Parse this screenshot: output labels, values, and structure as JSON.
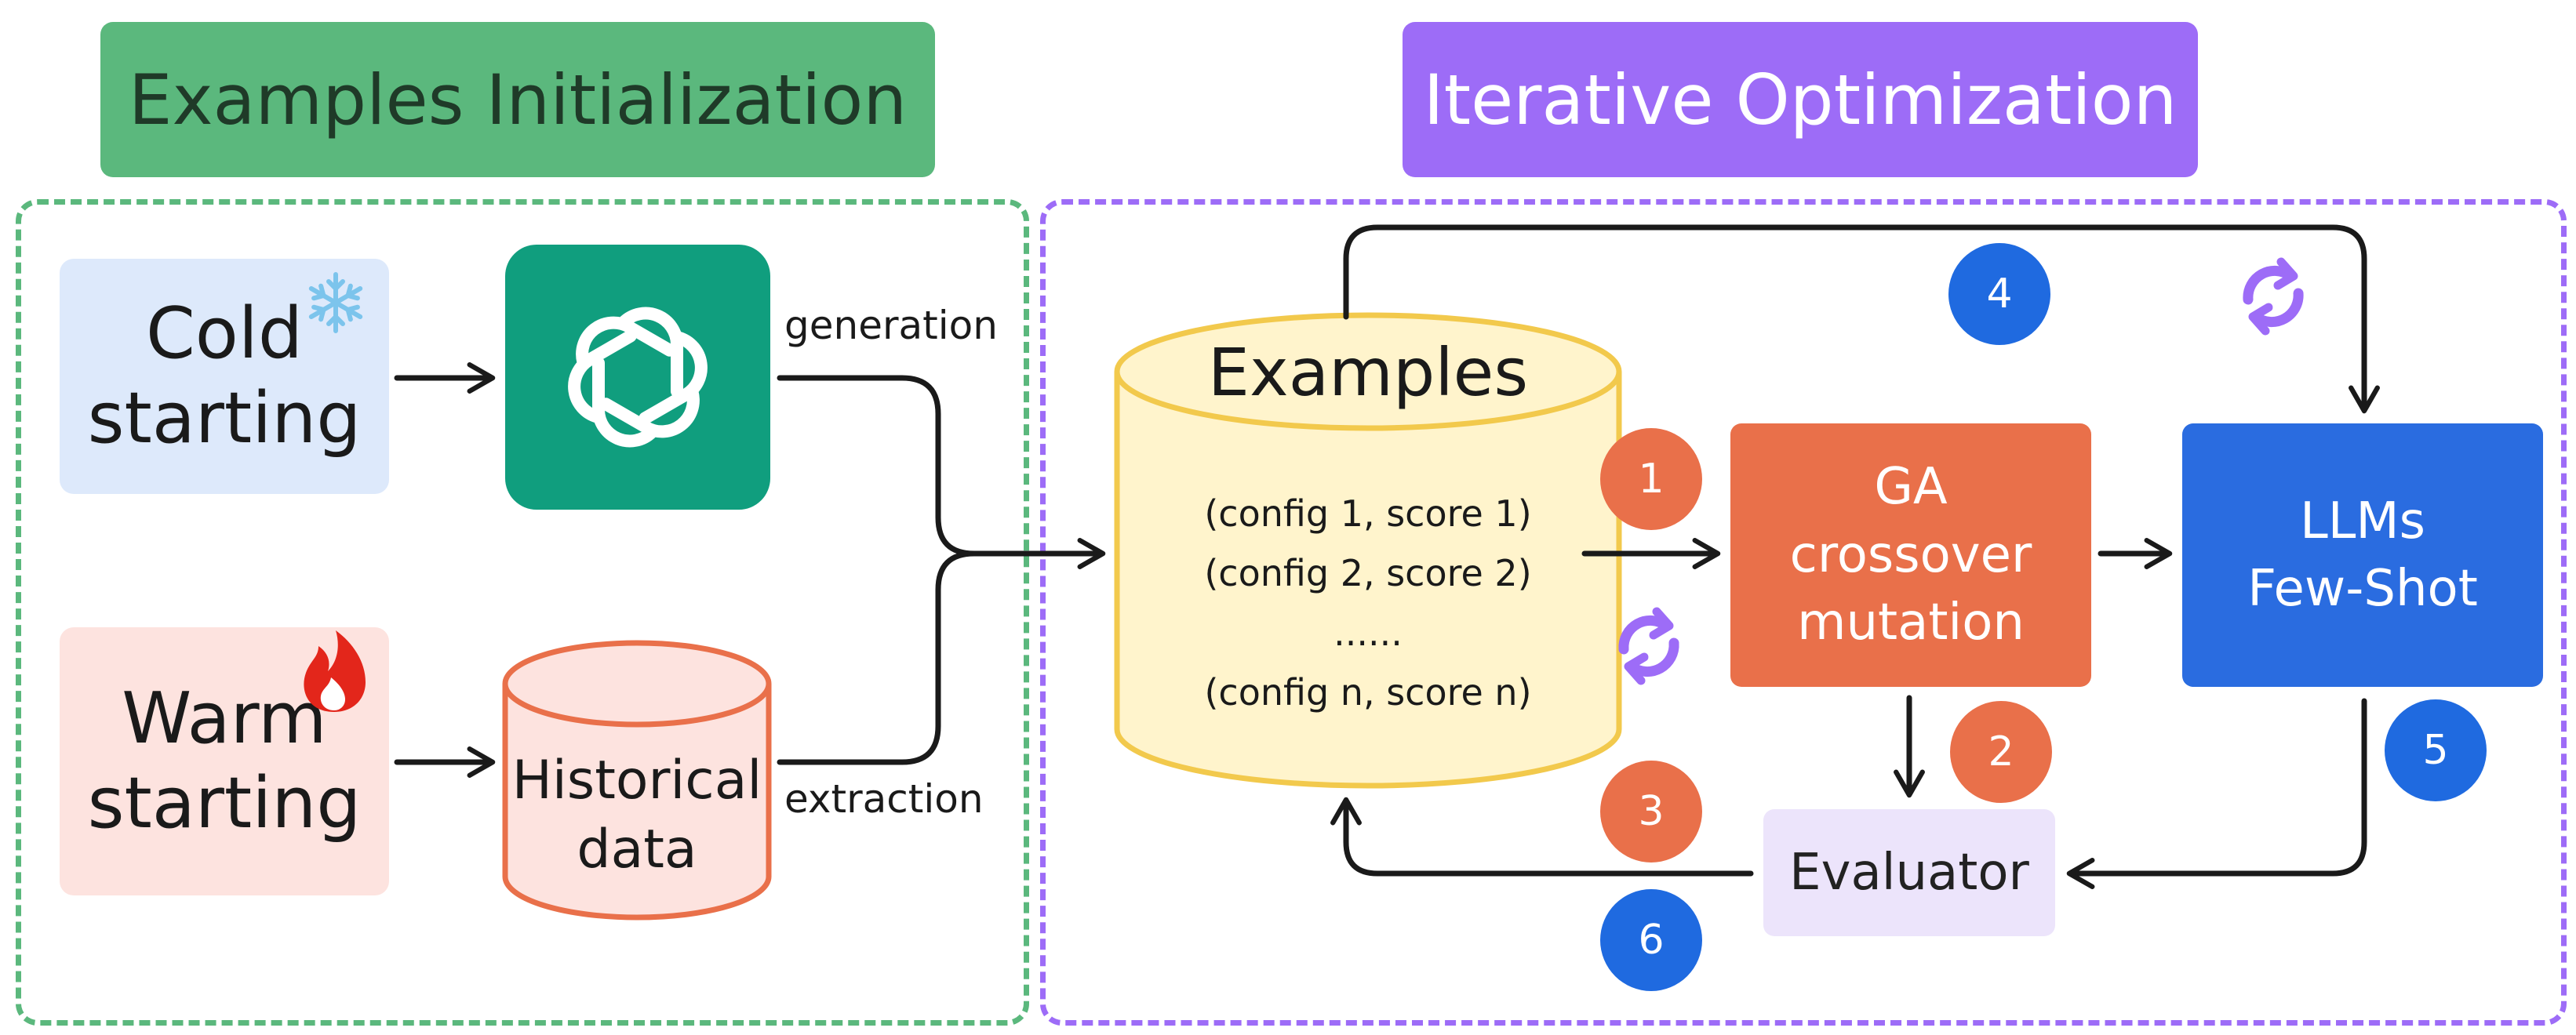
{
  "titles": {
    "left": "Examples Initialization",
    "right": "Iterative Optimization"
  },
  "cold": {
    "line1": "Cold",
    "line2": "starting",
    "icon": "snowflake-icon"
  },
  "warm": {
    "line1": "Warm",
    "line2": "starting",
    "icon": "fire-icon"
  },
  "gpt": {
    "icon": "openai-logo-icon"
  },
  "historical": {
    "line1": "Historical",
    "line2": "data"
  },
  "edges": {
    "generation": "generation",
    "extraction": "extraction"
  },
  "examples": {
    "title": "Examples",
    "rows": [
      "(config 1, score 1)",
      "(config 2, score 2)",
      "......",
      "(config n, score n)"
    ]
  },
  "ga": {
    "line1": "GA",
    "line2": "crossover",
    "line3": "mutation"
  },
  "llm": {
    "line1": "LLMs",
    "line2": "Few-Shot"
  },
  "evaluator": {
    "label": "Evaluator"
  },
  "badges": {
    "b1": "1",
    "b2": "2",
    "b3": "3",
    "b4": "4",
    "b5": "5",
    "b6": "6"
  },
  "colors": {
    "green": "#5bb87d",
    "purple": "#9d6cf7",
    "orange": "#e9704a",
    "blue": "#2a6ce0",
    "teal": "#109e7e",
    "yellow": "#fff4cc",
    "gold": "#f2c94c"
  }
}
